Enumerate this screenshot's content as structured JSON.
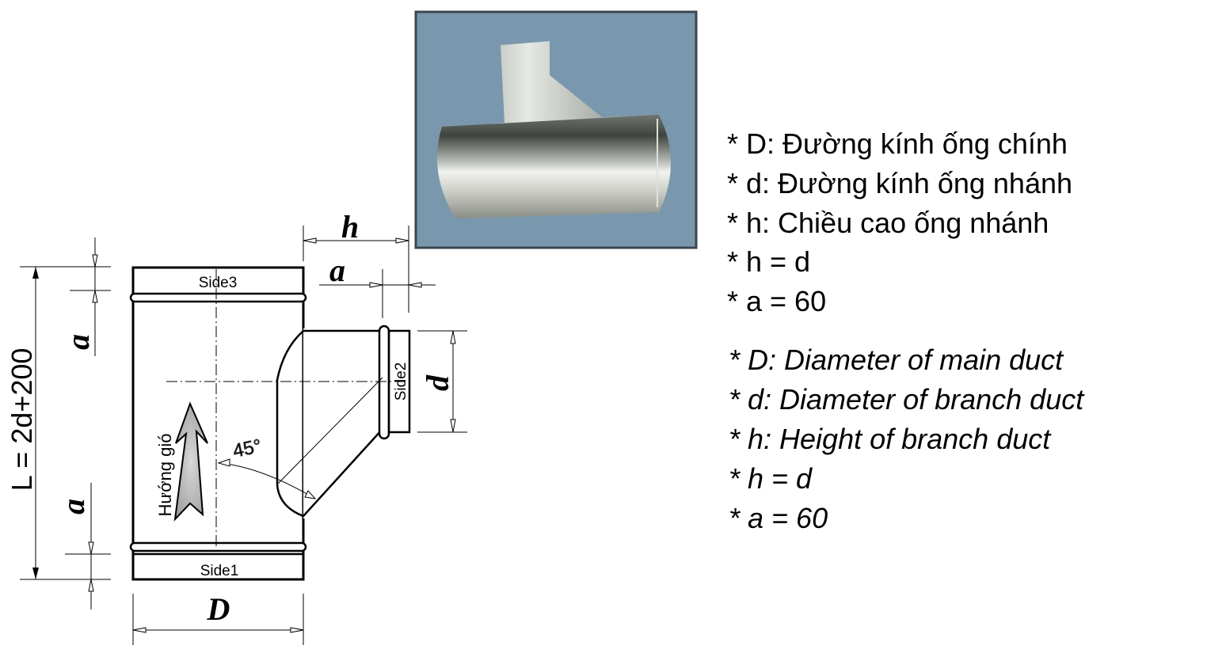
{
  "diagram": {
    "labels": {
      "side1": "Side1",
      "side2": "Side2",
      "side3": "Side3",
      "length_formula": "L = 2d+200",
      "airflow": "Hướng gió",
      "angle": "45°",
      "dim_D": "D",
      "dim_d": "d",
      "dim_h": "h",
      "dim_a": "a"
    },
    "photo": {
      "background": "#7a98ad",
      "border": "#3a4650"
    }
  },
  "legend_vi": [
    "* D: Đường kính ống chính",
    "* d: Đường kính ống nhánh",
    "* h: Chiều cao ống nhánh",
    "* h = d",
    "* a = 60"
  ],
  "legend_en": [
    "* D: Diameter of main duct",
    "* d: Diameter of branch duct",
    "* h: Height of branch duct",
    "* h = d",
    "* a = 60"
  ]
}
